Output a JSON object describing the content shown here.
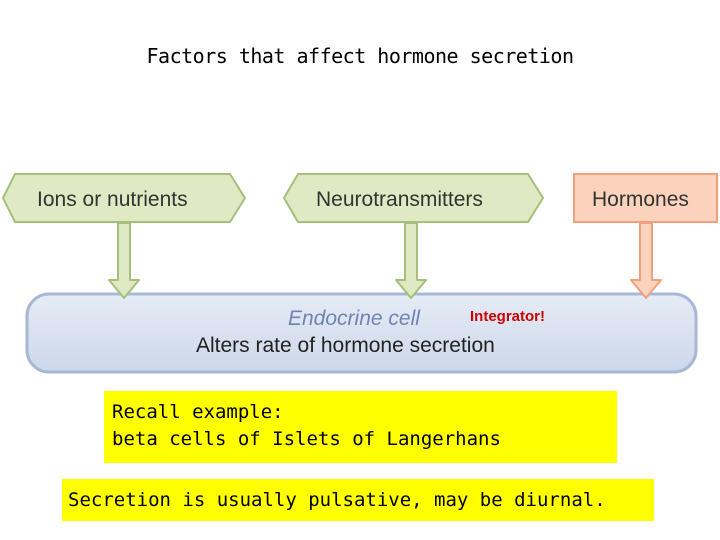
{
  "title": "Factors that affect hormone secretion",
  "inputs": [
    {
      "label": "Ions or nutrients",
      "color": "#dfe9c3",
      "stroke": "#a6bf7a"
    },
    {
      "label": "Neurotransmitters",
      "color": "#dfe9c3",
      "stroke": "#a6bf7a"
    },
    {
      "label": "Hormones",
      "color": "#fbd3bd",
      "stroke": "#f0a07c"
    }
  ],
  "endocrine_cell": {
    "name": "Endocrine cell",
    "integrator": "Integrator!",
    "action": "Alters rate of hormone secretion",
    "fill": "#dbe3f1",
    "stroke": "#a8b8d4",
    "integrator_color": "#cc0000"
  },
  "callouts": {
    "recall_line1": "Recall example:",
    "recall_line2": "beta cells of Islets of Langerhans",
    "secretion": "Secretion is usually pulsative, may be diurnal."
  },
  "highlight_color": "#ffff00"
}
